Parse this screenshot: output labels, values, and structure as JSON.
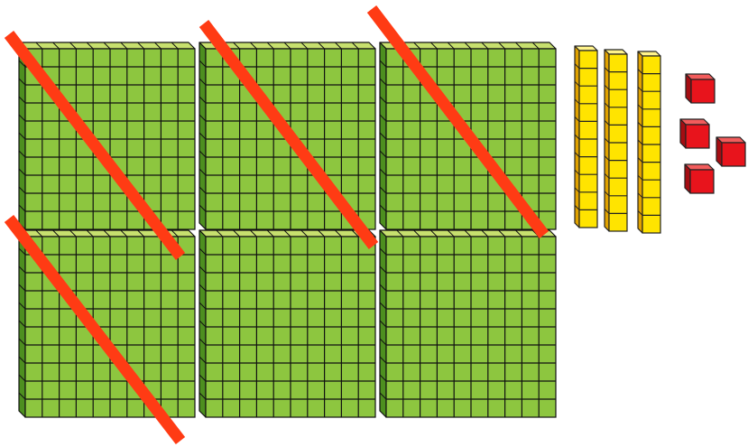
{
  "blocks": {
    "hundreds": {
      "count": 6,
      "crossed_out": 4,
      "colors": {
        "front": "#8dc63f",
        "top": "#c7e06e",
        "side": "#4d8f1f",
        "grid": "#111111"
      }
    },
    "tens": {
      "count": 3,
      "crossed_out": 0,
      "colors": {
        "front": "#ffe400",
        "top": "#fff38a",
        "side": "#e0a200",
        "grid": "#222222"
      }
    },
    "ones": {
      "count": 4,
      "crossed_out": 0,
      "colors": {
        "front": "#e8141c",
        "top": "#f25c5c",
        "side": "#a50d12",
        "grid": "#222222"
      }
    }
  },
  "strike_color": "#ff3b14"
}
